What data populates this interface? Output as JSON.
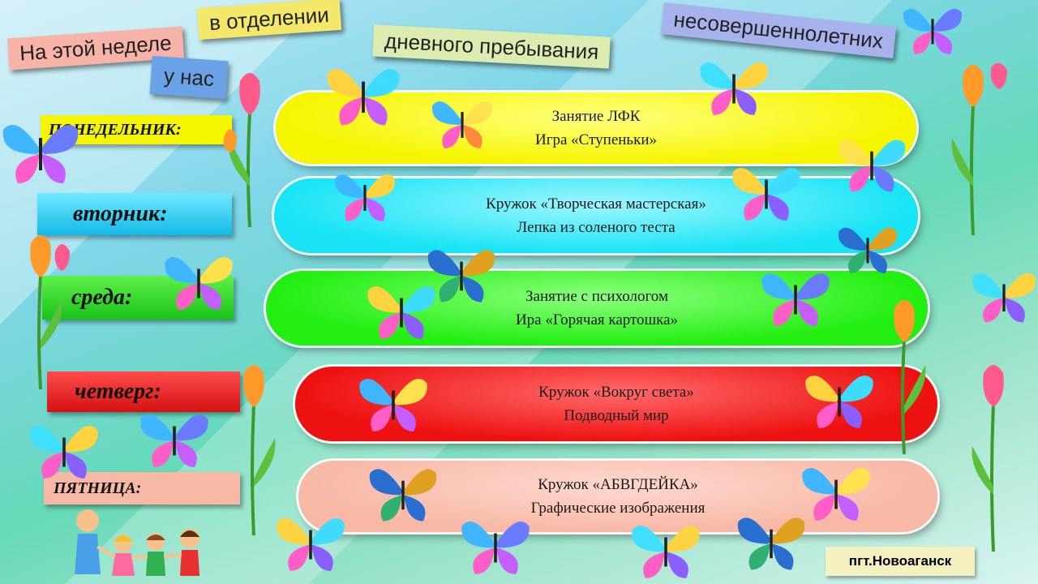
{
  "header": {
    "word1": "На этой неделе",
    "word2": "в отделении",
    "word3": "у нас",
    "word4": "дневного пребывания",
    "word5": "несовершеннолетних"
  },
  "schedule": [
    {
      "day": "ПОНЕДЕЛЬНИК:",
      "line1": "Занятие ЛФК",
      "line2": "Игра «Ступеньки»",
      "color": "#f5f500"
    },
    {
      "day": "вторник:",
      "line1": "Кружок «Творческая мастерская»",
      "line2": "Лепка из соленого теста",
      "color": "#19e4f5"
    },
    {
      "day": "среда:",
      "line1": "Занятие с психологом",
      "line2": "Ира «Горячая картошка»",
      "color": "#22ee11"
    },
    {
      "day": "четверг:",
      "line1": "Кружок «Вокруг света»",
      "line2": "Подводный мир",
      "color": "#ee1111"
    },
    {
      "day": "ПЯТНИЦА:",
      "line1": "Кружок «АБВГДЕЙКА»",
      "line2": "Графические изображения",
      "color": "#f7b8a6"
    }
  ],
  "footer": {
    "town": "пгт.Новоаганск"
  },
  "icons": {
    "butterfly": "butterfly-icon",
    "tulip": "tulip-icon",
    "children": "children-group-icon"
  }
}
